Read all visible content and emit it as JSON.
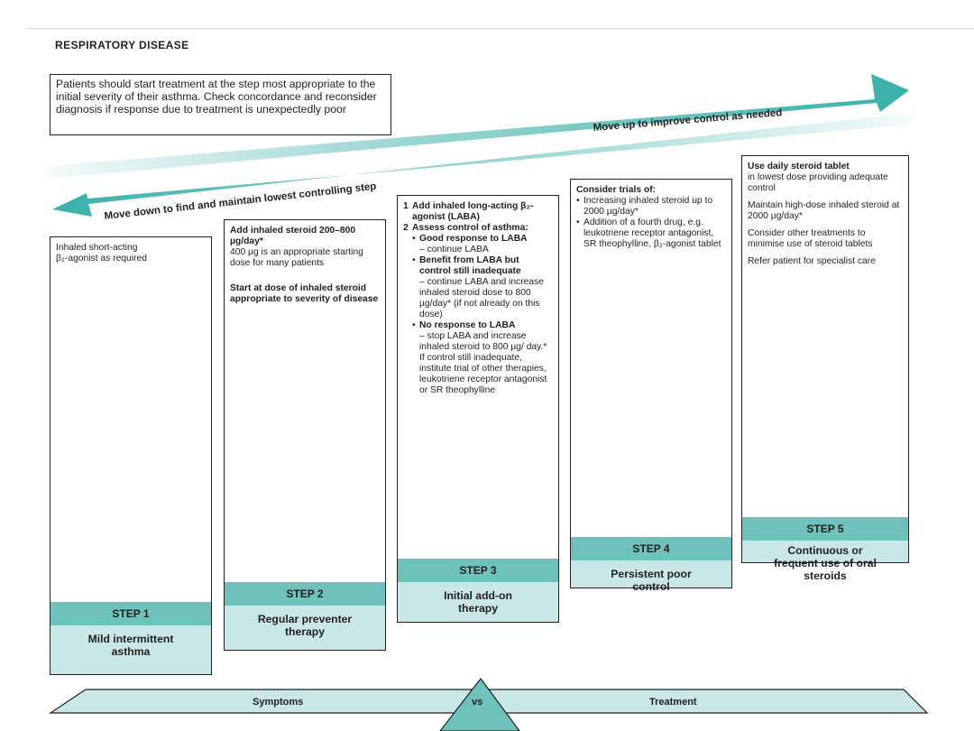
{
  "header": {
    "title": "RESPIRATORY DISEASE"
  },
  "intro": {
    "text": "Patients should start treatment at the step most appropriate to the initial severity of their asthma. Check concordance and reconsider diagnosis if response due to treatment is unexpectedly poor"
  },
  "arrows": {
    "up_label": "Move up to improve control as needed",
    "down_label": "Move down to find and maintain lowest controlling step"
  },
  "steps": [
    {
      "label": "STEP 1",
      "desc": "Mild intermittent asthma",
      "body": {
        "line1": "Inhaled short-acting",
        "line2": "β₂-agonist as required"
      }
    },
    {
      "label": "STEP 2",
      "desc": "Regular preventer therapy",
      "body": {
        "bold1": "Add inhaled steroid 200–800 µg/day*",
        "text1": "400 µg is an appropriate starting dose for many patients",
        "bold2": "Start at dose of inhaled steroid appropriate to severity of disease"
      }
    },
    {
      "label": "STEP 3",
      "desc": "Initial add-on therapy",
      "body": {
        "n1": "1",
        "i1": "Add inhaled long-acting β₂-agonist (LABA)",
        "n2": "2",
        "i2": "Assess control of asthma:",
        "b1_bold": "Good response to LABA",
        "b1_text": "– continue LABA",
        "b2_bold": "Benefit from LABA but control still inadequate",
        "b2_text": "– continue LABA and increase inhaled steroid dose to 800 µg/day* (if not already on this dose)",
        "b3_bold": "No response to LABA",
        "b3_text": "– stop LABA and increase inhaled steroid to 800 µg/ day.* If control still inadequate, institute trial of other therapies, leukotriene receptor antagonist or SR theophylline"
      }
    },
    {
      "label": "STEP 4",
      "desc": "Persistent poor control",
      "body": {
        "bold1": "Consider trials of:",
        "b1": "Increasing inhaled steroid up to 2000 µg/day*",
        "b2": "Addition of a fourth drug, e.g. leukotriene receptor antagonist, SR theophylline, β₂-agonist tablet"
      }
    },
    {
      "label": "STEP 5",
      "desc": "Continuous or frequent use of oral steroids",
      "body": {
        "bold1": "Use daily steroid tablet",
        "text1": "in lowest dose providing adequate control",
        "text2": "Maintain high-dose inhaled steroid at 2000 µg/day*",
        "text3": "Consider other treatments to minimise use of steroid tablets",
        "text4": "Refer patient for specialist care"
      }
    }
  ],
  "balance": {
    "left": "Symptoms",
    "center": "vs",
    "right": "Treatment"
  },
  "colors": {
    "teal": "#3aafa9",
    "teal_light": "#6fc2bc",
    "teal_pale": "#c9e7e6"
  }
}
